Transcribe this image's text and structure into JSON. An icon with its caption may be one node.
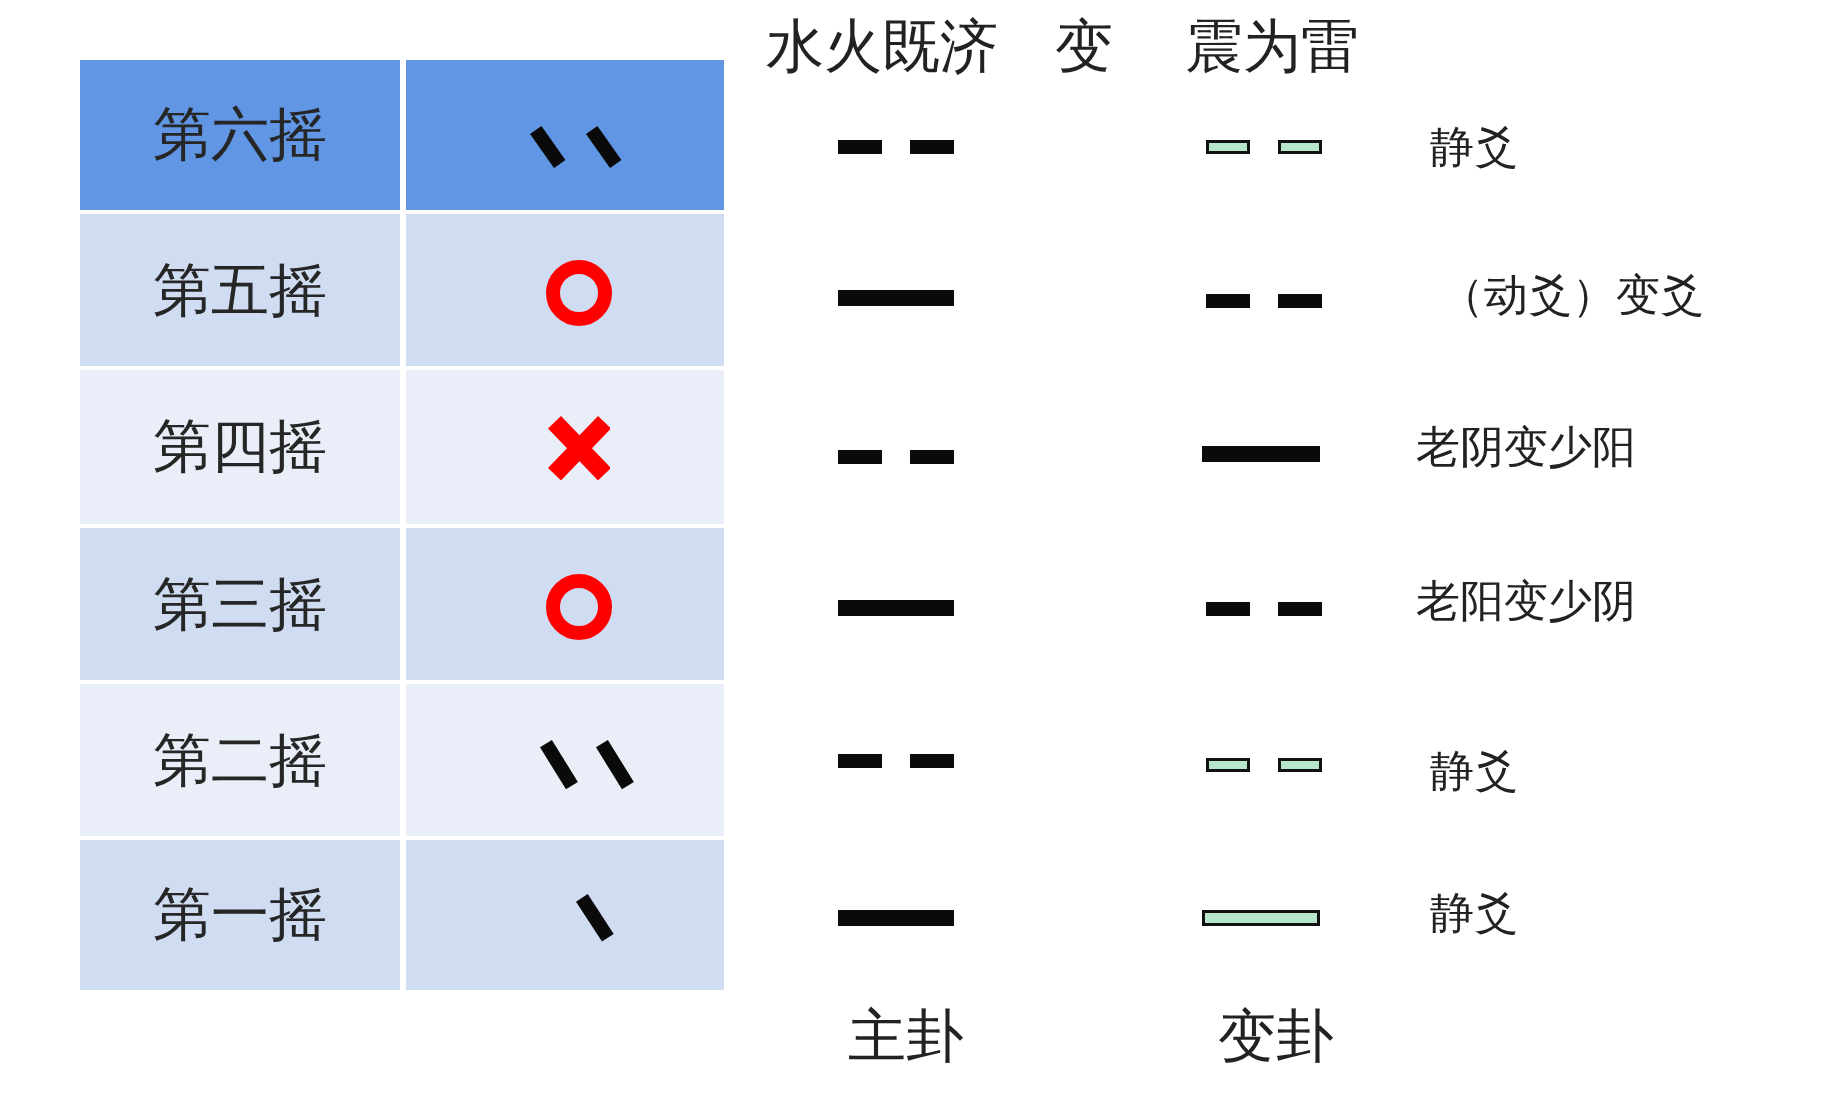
{
  "diagram": {
    "labels": [
      "水火既济",
      "变",
      "震为雷",
      "第六摇",
      "静爻",
      "第五摇",
      "（动爻）变爻",
      "第四摇",
      "老阴变少阳",
      "第三摇",
      "老阳变少阴",
      "第二摇",
      "静爻",
      "第一摇",
      "静爻",
      "主卦",
      "变卦"
    ]
  }
}
